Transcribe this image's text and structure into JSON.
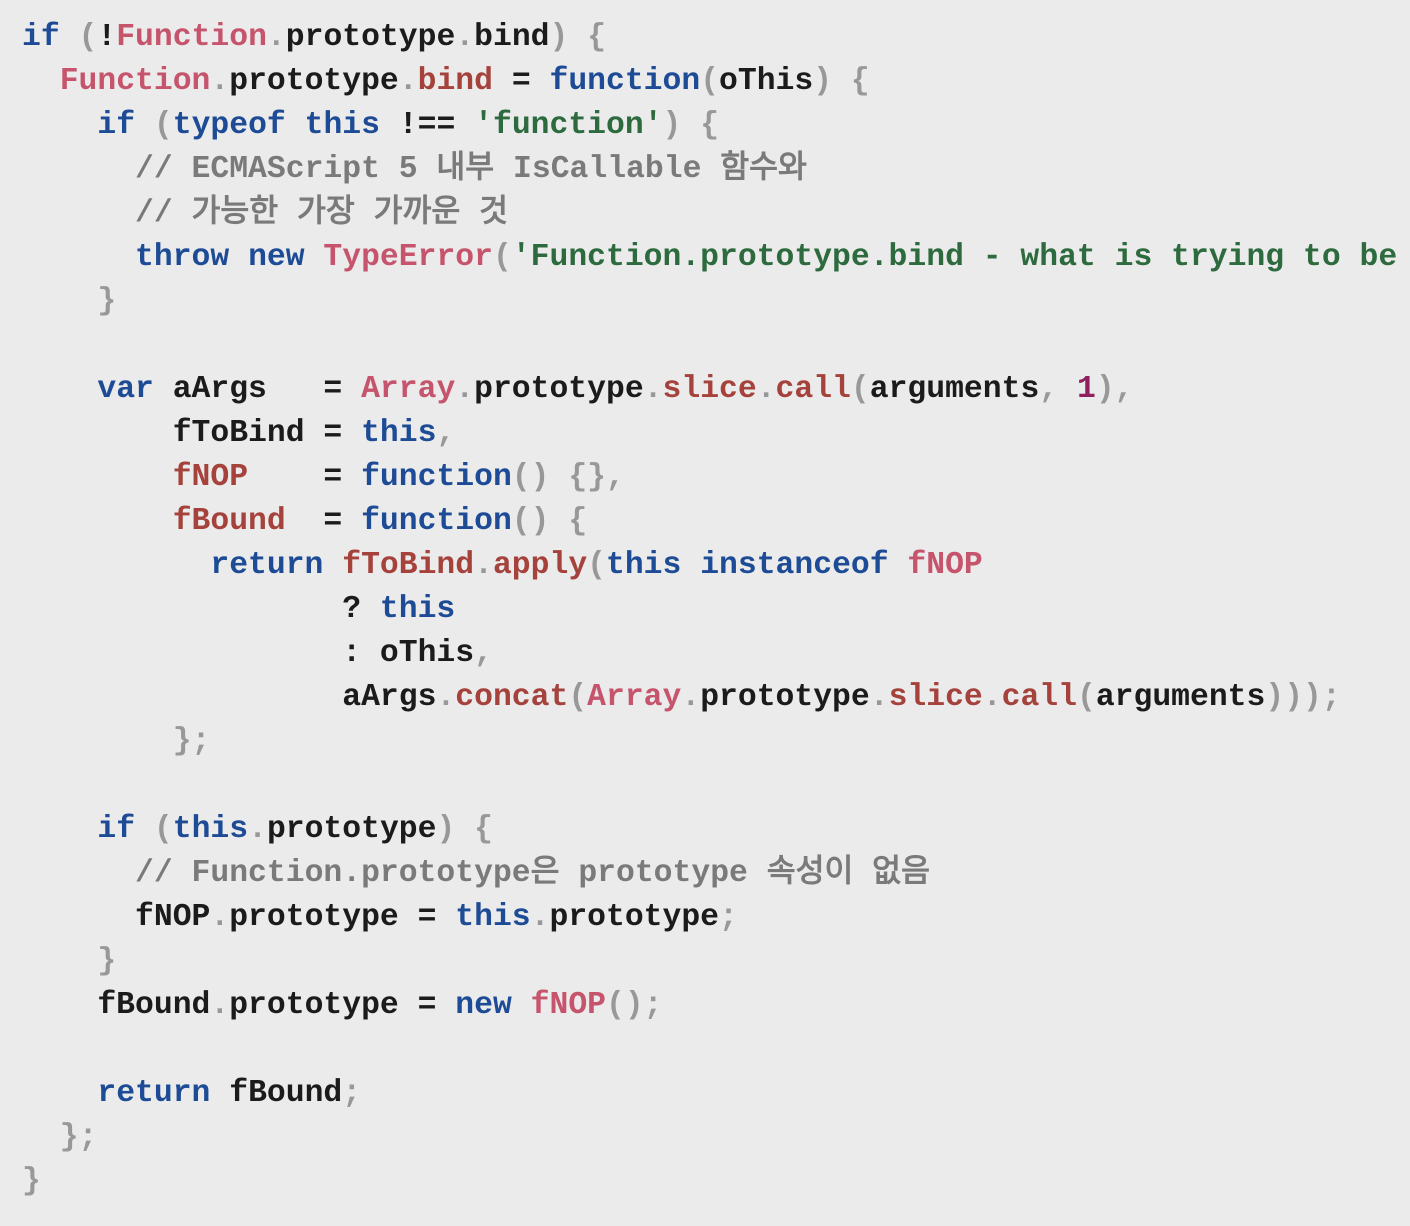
{
  "page": {
    "background_color": "#ebebeb"
  },
  "palette": {
    "plain": "#1b1b1b",
    "keyword": "#1d4b95",
    "class_name": "#c5546c",
    "function_name": "#a5423c",
    "string": "#2d6a3e",
    "comment": "#7a7a7a",
    "punctuation": "#989898",
    "number": "#8f1f5e"
  },
  "code": {
    "language": "javascript",
    "lines": [
      {
        "segments": [
          {
            "t": "if",
            "c": "kw"
          },
          {
            "t": " ",
            "c": "pl"
          },
          {
            "t": "(",
            "c": "pun"
          },
          {
            "t": "!",
            "c": "pl"
          },
          {
            "t": "Function",
            "c": "cls"
          },
          {
            "t": ".",
            "c": "pun"
          },
          {
            "t": "prototype",
            "c": "pl"
          },
          {
            "t": ".",
            "c": "pun"
          },
          {
            "t": "bind",
            "c": "pl"
          },
          {
            "t": ")",
            "c": "pun"
          },
          {
            "t": " ",
            "c": "pl"
          },
          {
            "t": "{",
            "c": "pun"
          }
        ]
      },
      {
        "segments": [
          {
            "t": "  ",
            "c": "pl"
          },
          {
            "t": "Function",
            "c": "cls"
          },
          {
            "t": ".",
            "c": "pun"
          },
          {
            "t": "prototype",
            "c": "pl"
          },
          {
            "t": ".",
            "c": "pun"
          },
          {
            "t": "bind",
            "c": "fn"
          },
          {
            "t": " = ",
            "c": "pl"
          },
          {
            "t": "function",
            "c": "kw"
          },
          {
            "t": "(",
            "c": "pun"
          },
          {
            "t": "oThis",
            "c": "pl"
          },
          {
            "t": ")",
            "c": "pun"
          },
          {
            "t": " ",
            "c": "pl"
          },
          {
            "t": "{",
            "c": "pun"
          }
        ]
      },
      {
        "segments": [
          {
            "t": "    ",
            "c": "pl"
          },
          {
            "t": "if",
            "c": "kw"
          },
          {
            "t": " ",
            "c": "pl"
          },
          {
            "t": "(",
            "c": "pun"
          },
          {
            "t": "typeof",
            "c": "kw"
          },
          {
            "t": " ",
            "c": "pl"
          },
          {
            "t": "this",
            "c": "kw"
          },
          {
            "t": " !== ",
            "c": "pl"
          },
          {
            "t": "'function'",
            "c": "str"
          },
          {
            "t": ")",
            "c": "pun"
          },
          {
            "t": " ",
            "c": "pl"
          },
          {
            "t": "{",
            "c": "pun"
          }
        ]
      },
      {
        "segments": [
          {
            "t": "      ",
            "c": "pl"
          },
          {
            "t": "// ECMAScript 5 내부 IsCallable 함수와",
            "c": "com"
          }
        ]
      },
      {
        "segments": [
          {
            "t": "      ",
            "c": "pl"
          },
          {
            "t": "// 가능한 가장 가까운 것",
            "c": "com"
          }
        ]
      },
      {
        "segments": [
          {
            "t": "      ",
            "c": "pl"
          },
          {
            "t": "throw",
            "c": "kw"
          },
          {
            "t": " ",
            "c": "pl"
          },
          {
            "t": "new",
            "c": "kw"
          },
          {
            "t": " ",
            "c": "pl"
          },
          {
            "t": "TypeError",
            "c": "cls"
          },
          {
            "t": "(",
            "c": "pun"
          },
          {
            "t": "'Function.prototype.bind - what is trying to be",
            "c": "str"
          }
        ]
      },
      {
        "segments": [
          {
            "t": "    ",
            "c": "pl"
          },
          {
            "t": "}",
            "c": "pun"
          }
        ]
      },
      {
        "segments": []
      },
      {
        "segments": [
          {
            "t": "    ",
            "c": "pl"
          },
          {
            "t": "var",
            "c": "kw"
          },
          {
            "t": " aArgs   = ",
            "c": "pl"
          },
          {
            "t": "Array",
            "c": "cls"
          },
          {
            "t": ".",
            "c": "pun"
          },
          {
            "t": "prototype",
            "c": "pl"
          },
          {
            "t": ".",
            "c": "pun"
          },
          {
            "t": "slice",
            "c": "fn"
          },
          {
            "t": ".",
            "c": "pun"
          },
          {
            "t": "call",
            "c": "fn"
          },
          {
            "t": "(",
            "c": "pun"
          },
          {
            "t": "arguments",
            "c": "pl"
          },
          {
            "t": ",",
            "c": "pun"
          },
          {
            "t": " ",
            "c": "pl"
          },
          {
            "t": "1",
            "c": "num"
          },
          {
            "t": "),",
            "c": "pun"
          }
        ]
      },
      {
        "segments": [
          {
            "t": "        fToBind = ",
            "c": "pl"
          },
          {
            "t": "this",
            "c": "kw"
          },
          {
            "t": ",",
            "c": "pun"
          }
        ]
      },
      {
        "segments": [
          {
            "t": "        ",
            "c": "pl"
          },
          {
            "t": "fNOP",
            "c": "fn"
          },
          {
            "t": "    = ",
            "c": "pl"
          },
          {
            "t": "function",
            "c": "kw"
          },
          {
            "t": "()",
            "c": "pun"
          },
          {
            "t": " ",
            "c": "pl"
          },
          {
            "t": "{},",
            "c": "pun"
          }
        ]
      },
      {
        "segments": [
          {
            "t": "        ",
            "c": "pl"
          },
          {
            "t": "fBound",
            "c": "fn"
          },
          {
            "t": "  = ",
            "c": "pl"
          },
          {
            "t": "function",
            "c": "kw"
          },
          {
            "t": "()",
            "c": "pun"
          },
          {
            "t": " ",
            "c": "pl"
          },
          {
            "t": "{",
            "c": "pun"
          }
        ]
      },
      {
        "segments": [
          {
            "t": "          ",
            "c": "pl"
          },
          {
            "t": "return",
            "c": "kw"
          },
          {
            "t": " ",
            "c": "pl"
          },
          {
            "t": "fToBind",
            "c": "fn"
          },
          {
            "t": ".",
            "c": "pun"
          },
          {
            "t": "apply",
            "c": "fn"
          },
          {
            "t": "(",
            "c": "pun"
          },
          {
            "t": "this",
            "c": "kw"
          },
          {
            "t": " ",
            "c": "pl"
          },
          {
            "t": "instanceof",
            "c": "kw"
          },
          {
            "t": " ",
            "c": "pl"
          },
          {
            "t": "fNOP",
            "c": "cls"
          }
        ]
      },
      {
        "segments": [
          {
            "t": "                 ? ",
            "c": "pl"
          },
          {
            "t": "this",
            "c": "kw"
          }
        ]
      },
      {
        "segments": [
          {
            "t": "                 : oThis",
            "c": "pl"
          },
          {
            "t": ",",
            "c": "pun"
          }
        ]
      },
      {
        "segments": [
          {
            "t": "                 aArgs",
            "c": "pl"
          },
          {
            "t": ".",
            "c": "pun"
          },
          {
            "t": "concat",
            "c": "fn"
          },
          {
            "t": "(",
            "c": "pun"
          },
          {
            "t": "Array",
            "c": "cls"
          },
          {
            "t": ".",
            "c": "pun"
          },
          {
            "t": "prototype",
            "c": "pl"
          },
          {
            "t": ".",
            "c": "pun"
          },
          {
            "t": "slice",
            "c": "fn"
          },
          {
            "t": ".",
            "c": "pun"
          },
          {
            "t": "call",
            "c": "fn"
          },
          {
            "t": "(",
            "c": "pun"
          },
          {
            "t": "arguments",
            "c": "pl"
          },
          {
            "t": ")));",
            "c": "pun"
          }
        ]
      },
      {
        "segments": [
          {
            "t": "        ",
            "c": "pl"
          },
          {
            "t": "};",
            "c": "pun"
          }
        ]
      },
      {
        "segments": []
      },
      {
        "segments": [
          {
            "t": "    ",
            "c": "pl"
          },
          {
            "t": "if",
            "c": "kw"
          },
          {
            "t": " ",
            "c": "pl"
          },
          {
            "t": "(",
            "c": "pun"
          },
          {
            "t": "this",
            "c": "kw"
          },
          {
            "t": ".",
            "c": "pun"
          },
          {
            "t": "prototype",
            "c": "pl"
          },
          {
            "t": ")",
            "c": "pun"
          },
          {
            "t": " ",
            "c": "pl"
          },
          {
            "t": "{",
            "c": "pun"
          }
        ]
      },
      {
        "segments": [
          {
            "t": "      ",
            "c": "pl"
          },
          {
            "t": "// Function.prototype은 prototype 속성이 없음",
            "c": "com"
          }
        ]
      },
      {
        "segments": [
          {
            "t": "      fNOP",
            "c": "pl"
          },
          {
            "t": ".",
            "c": "pun"
          },
          {
            "t": "prototype = ",
            "c": "pl"
          },
          {
            "t": "this",
            "c": "kw"
          },
          {
            "t": ".",
            "c": "pun"
          },
          {
            "t": "prototype",
            "c": "pl"
          },
          {
            "t": ";",
            "c": "pun"
          }
        ]
      },
      {
        "segments": [
          {
            "t": "    ",
            "c": "pl"
          },
          {
            "t": "}",
            "c": "pun"
          }
        ]
      },
      {
        "segments": [
          {
            "t": "    fBound",
            "c": "pl"
          },
          {
            "t": ".",
            "c": "pun"
          },
          {
            "t": "prototype = ",
            "c": "pl"
          },
          {
            "t": "new",
            "c": "kw"
          },
          {
            "t": " ",
            "c": "pl"
          },
          {
            "t": "fNOP",
            "c": "cls"
          },
          {
            "t": "();",
            "c": "pun"
          }
        ]
      },
      {
        "segments": []
      },
      {
        "segments": [
          {
            "t": "    ",
            "c": "pl"
          },
          {
            "t": "return",
            "c": "kw"
          },
          {
            "t": " fBound",
            "c": "pl"
          },
          {
            "t": ";",
            "c": "pun"
          }
        ]
      },
      {
        "segments": [
          {
            "t": "  ",
            "c": "pl"
          },
          {
            "t": "};",
            "c": "pun"
          }
        ]
      },
      {
        "segments": [
          {
            "t": "}",
            "c": "pun"
          }
        ]
      }
    ]
  }
}
